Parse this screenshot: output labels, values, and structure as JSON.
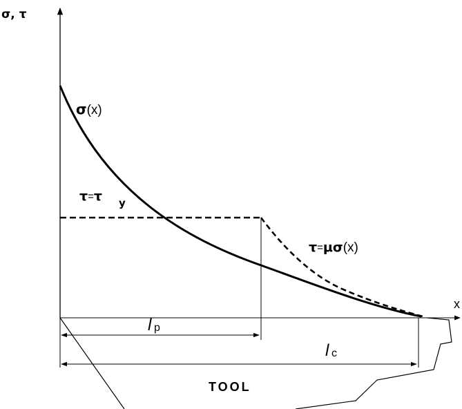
{
  "axes": {
    "y_label": "σ, τ",
    "x_label": "x"
  },
  "curves": {
    "sigma_label_symbol": "σ",
    "sigma_label_arg": "(x)",
    "tau_yield_sym": "τ",
    "tau_yield_eq": "=",
    "tau_yield_sub_sym": "τ",
    "tau_yield_sub": "y",
    "tau_friction_sym": "τ",
    "tau_friction_eq": "=",
    "tau_friction_mu": "μ",
    "tau_friction_sigma": "σ",
    "tau_friction_arg": "(x)"
  },
  "lengths": {
    "lp_letter": "l",
    "lp_sub": "p",
    "lc_letter": "l",
    "lc_sub": "c"
  },
  "tool": {
    "label": "TOOL"
  }
}
